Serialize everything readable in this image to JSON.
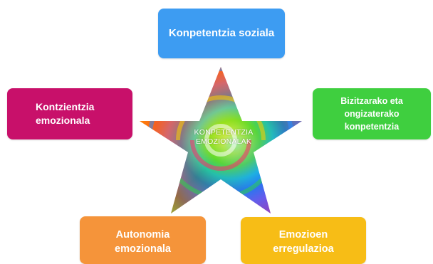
{
  "center": {
    "line1": "KONPETENTZIA",
    "line2": "EMOZIONALAK"
  },
  "nodes": {
    "top": {
      "label": "Konpetentzia soziala",
      "color": "#3d9cf2"
    },
    "left": {
      "line1": "Kontzientzia",
      "line2": "emozionala",
      "color": "#c8106a"
    },
    "right": {
      "line1": "Bizitzarako eta",
      "line2": "ongizaterako",
      "line3": "konpetentzia",
      "color": "#3fcf3f"
    },
    "bottom_left": {
      "line1": "Autonomia",
      "line2": "emozionala",
      "color": "#f5943a"
    },
    "bottom_right": {
      "line1": "Emozioen",
      "line2": "erregulazioa",
      "color": "#f7bd16"
    }
  }
}
